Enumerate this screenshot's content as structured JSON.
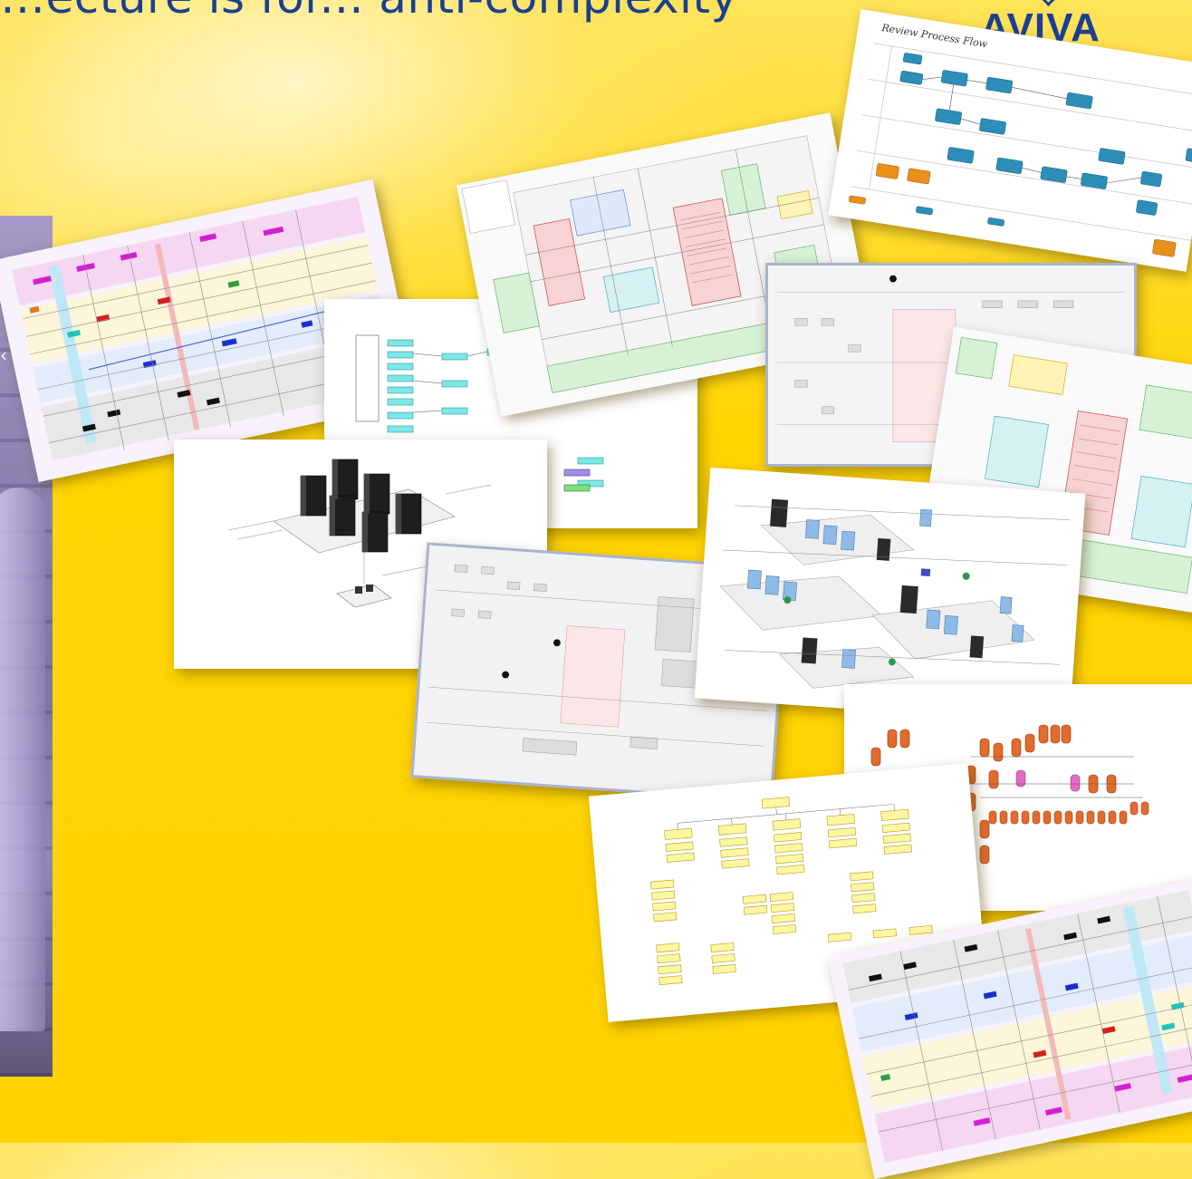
{
  "slide": {
    "title": "…ecture is for... anti-complexity",
    "logo": "AVIVA"
  },
  "sheets": {
    "review_process": {
      "title": "Review Process Flow"
    }
  },
  "colors": {
    "background": "#ffd500",
    "title": "#1b3f8f",
    "logo": "#1c3f94"
  }
}
